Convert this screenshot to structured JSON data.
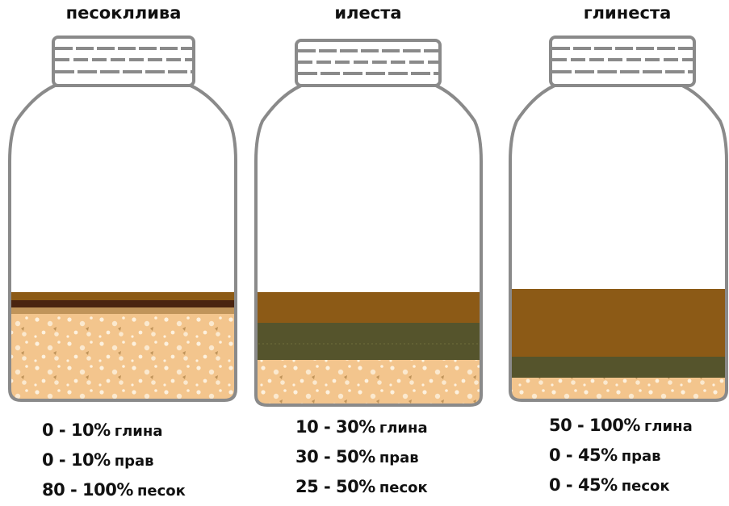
{
  "jars": [
    {
      "id": "sandy",
      "title": "песокллива",
      "composition": [
        {
          "range": "0 - 10%",
          "component": "глина",
          "min": 0,
          "max": 10
        },
        {
          "range": "0 - 10%",
          "component": "прав",
          "min": 0,
          "max": 10
        },
        {
          "range": "80 - 100%",
          "component": "песок",
          "min": 80,
          "max": 100
        }
      ]
    },
    {
      "id": "silty",
      "title": "илеста",
      "composition": [
        {
          "range": "10 - 30%",
          "component": "глина",
          "min": 10,
          "max": 30
        },
        {
          "range": "30 - 50%",
          "component": "прав",
          "min": 30,
          "max": 50
        },
        {
          "range": "25 - 50%",
          "component": "песок",
          "min": 25,
          "max": 50
        }
      ]
    },
    {
      "id": "clayey",
      "title": "глинеста",
      "composition": [
        {
          "range": "50 - 100%",
          "component": "глина",
          "min": 50,
          "max": 100
        },
        {
          "range": "0 - 45%",
          "component": "прав",
          "min": 0,
          "max": 45
        },
        {
          "range": "0 - 45%",
          "component": "песок",
          "min": 0,
          "max": 45
        }
      ]
    }
  ],
  "colors": {
    "jar_outline": "#8a8a8a",
    "clay": "#8c5a16",
    "clay_dark": "#4a2410",
    "silt": "#55542c",
    "sand": "#f3c58d",
    "sand_speck": "#fdf1de"
  }
}
